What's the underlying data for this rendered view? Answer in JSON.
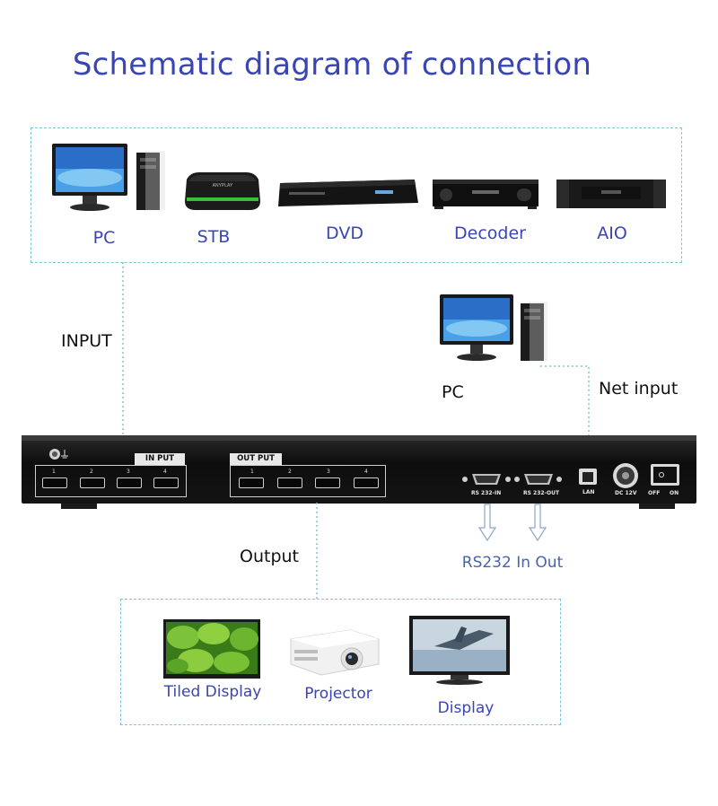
{
  "title": "Schematic diagram of connection",
  "inputs": {
    "devices": [
      {
        "label": "PC"
      },
      {
        "label": "STB"
      },
      {
        "label": "DVD"
      },
      {
        "label": "Decoder"
      },
      {
        "label": "AIO"
      }
    ],
    "connector_label": "INPUT"
  },
  "net": {
    "pc_label": "PC",
    "net_input_label": "Net input"
  },
  "matrix": {
    "input_group_label": "IN PUT",
    "output_group_label": "OUT PUT",
    "port_numbers": [
      "1",
      "2",
      "3",
      "4"
    ],
    "rs232_in_label": "RS 232-IN",
    "rs232_out_label": "RS 232-OUT",
    "lan_label": "LAN",
    "dc_label": "DC 12V",
    "off_label": "OFF",
    "on_label": "ON"
  },
  "rs232": {
    "label": "RS232 In Out"
  },
  "outputs": {
    "connector_label": "Output",
    "devices": [
      {
        "label": "Tiled Display"
      },
      {
        "label": "Projector"
      },
      {
        "label": "Display"
      }
    ]
  },
  "colors": {
    "title": "#3a45b4",
    "label_blue": "#3a45b4",
    "dashed": "#7fc6d6",
    "matrix_body": "#111111"
  }
}
